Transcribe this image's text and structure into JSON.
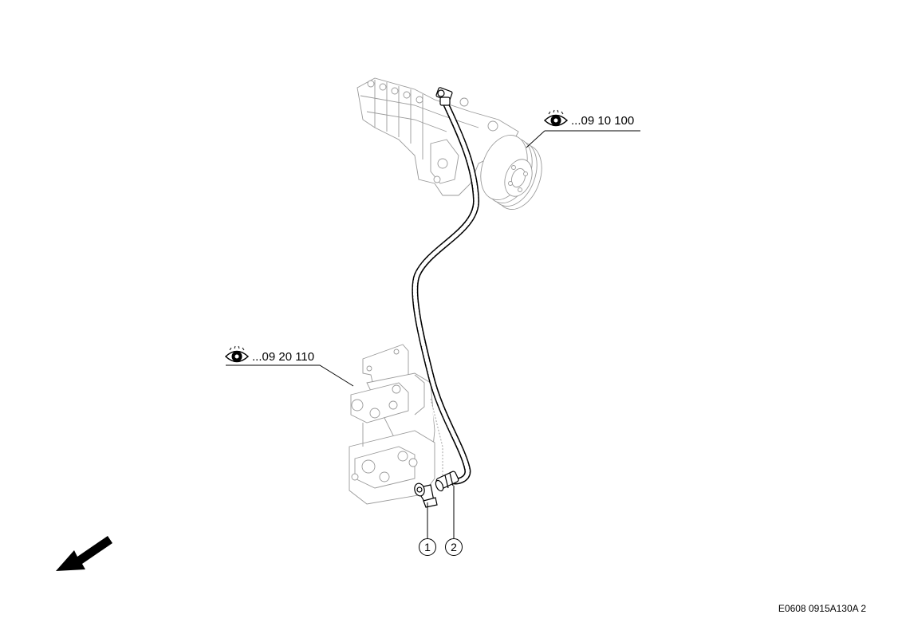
{
  "references": {
    "top": {
      "icon": "eye-icon",
      "text": "...09 10 100"
    },
    "left": {
      "icon": "eye-icon",
      "text": "...09 20 110"
    }
  },
  "callouts": [
    {
      "number": "1"
    },
    {
      "number": "2"
    }
  ],
  "drawing_code": "E0608 0915A130A 2",
  "direction_arrow": {
    "icon": "front-direction-arrow-icon"
  }
}
